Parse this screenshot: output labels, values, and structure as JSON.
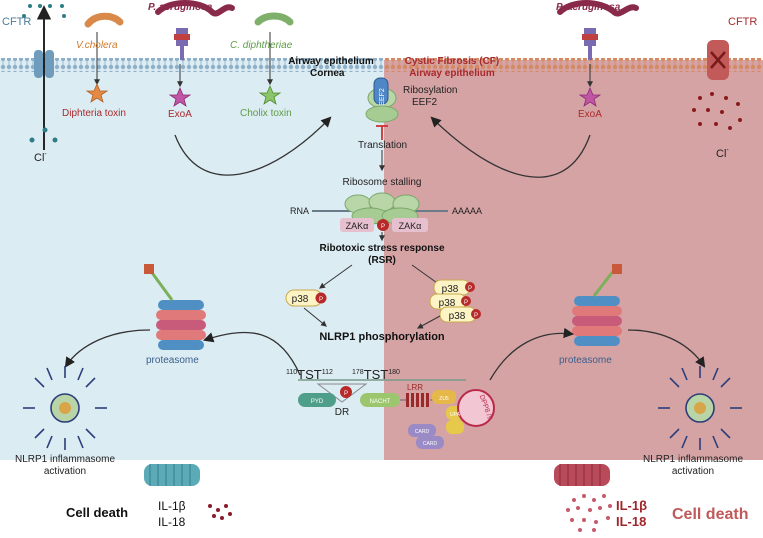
{
  "colors": {
    "left_panel": "#dcecf3",
    "right_panel": "#d6a3a5",
    "membrane_left": "#9fb9cf",
    "membrane_right": "#d49470",
    "toxin_red": "#a8292b",
    "exoa_magenta": "#b6398e",
    "cholix_green": "#5f9b46",
    "dark_text": "#222222",
    "cf_red": "#a0252a"
  },
  "left": {
    "cftr": "CFTR",
    "cl": "Cl",
    "cl_sup": "-",
    "vcholera": "V.cholera",
    "paeruginosa": "P. aeruginosa",
    "cdiphtheriae": "C. diphtheriae",
    "diphtheria_toxin": "Diphteria toxin",
    "exoa": "ExoA",
    "cholix_toxin": "Cholix toxin",
    "proteasome": "proteasome",
    "nlrp1_activation_1": "NLRP1 inflammasome",
    "nlrp1_activation_2": "activation",
    "cell_death": "Cell death",
    "il1b": "IL-1β",
    "il18": "IL-18"
  },
  "center": {
    "airway_epithelium": "Airway epithelium",
    "cornea": "Cornea",
    "cf_title": "Cystic Fibrosis (CF)",
    "cf_airway": "Airway epithelium",
    "eef2_icon": "EEF2",
    "ribosylation": "Ribosylation",
    "eef2": "EEF2",
    "translation": "Translation",
    "ribosome_stalling": "Ribosome stalling",
    "rna": "RNA",
    "aaaaa": "AAAAA",
    "zaka": "ZAKα",
    "p": "P",
    "rsr_1": "Ribotoxic stress response",
    "rsr_2": "(RSR)",
    "p38": "p38",
    "nlrp1_phos": "NLRP1  phosphorylation",
    "tst1_pre": "110",
    "tst1": "TST",
    "tst1_post": "112",
    "tst2_pre": "178",
    "tst2": "TST",
    "tst2_post": "180",
    "dr": "DR",
    "pyd": "PYD",
    "nacht": "NACHT",
    "lrr": "LRR",
    "zu5": "ZU5",
    "upa": "UPA",
    "card1": "CARD",
    "card2": "CARD",
    "dpp9": "DPP8 /9"
  },
  "right": {
    "cftr": "CFTR",
    "paeruginosa": "P. aeruginosa",
    "exoa": "ExoA",
    "cl": "Cl",
    "cl_sup": "-",
    "proteasome": "proteasome",
    "nlrp1_activation_1": "NLRP1 inflammasome",
    "nlrp1_activation_2": "activation",
    "il1b": "IL-1β",
    "il18": "IL-18",
    "cell_death": "Cell death"
  }
}
